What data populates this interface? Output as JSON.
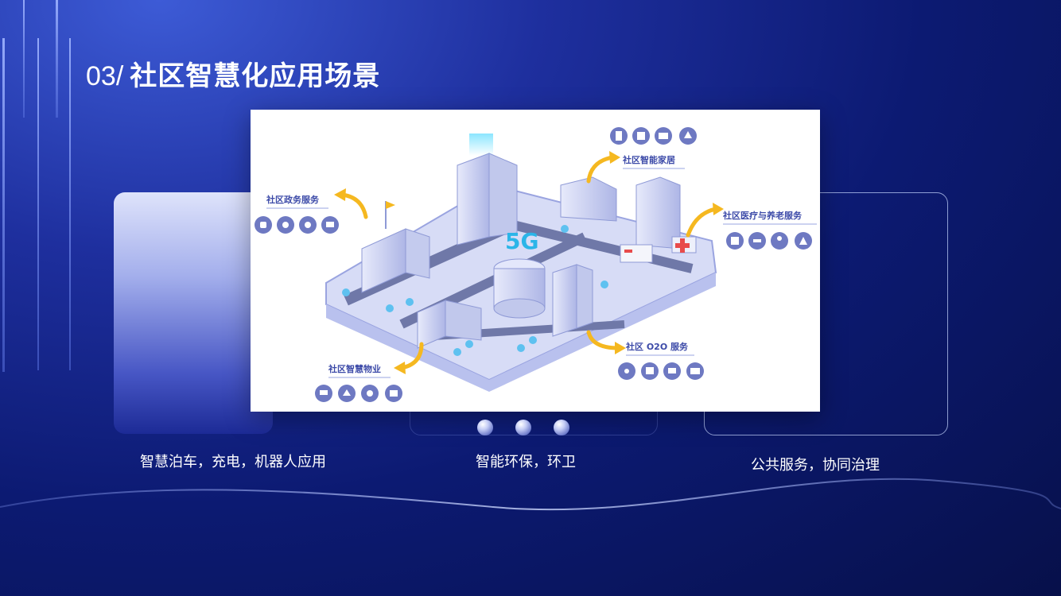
{
  "slide": {
    "number": "03/",
    "title": "社区智慧化应用场景"
  },
  "diagram": {
    "five_g_label": "5G",
    "labels": {
      "gov": "社区政务服务",
      "home": "社区智能家居",
      "medical": "社区医疗与养老服务",
      "property": "社区智慧物业",
      "o2o": "社区 O2O 服务"
    },
    "icons": {
      "gov": [
        "heart-hands-icon",
        "cloud-star-icon",
        "at-icon",
        "mail-icon"
      ],
      "home": [
        "fridge-icon",
        "washer-icon",
        "microwave-icon",
        "lamp-icon"
      ],
      "medical": [
        "medkit-icon",
        "syringe-icon",
        "doctor-icon",
        "elder-care-icon"
      ],
      "property": [
        "cctv-icon",
        "home-icon",
        "headset-icon",
        "layers-icon"
      ],
      "o2o": [
        "scissors-icon",
        "store-icon",
        "cart-icon",
        "vip-card-icon"
      ]
    }
  },
  "captions": [
    "智慧泊车，充电，机器人应用",
    "智能环保，环卫",
    "公共服务，协同治理"
  ],
  "colors": {
    "accent_arrow": "#f5b820",
    "icon_bg": "#6e79c2",
    "label_text": "#3c4aa8"
  }
}
